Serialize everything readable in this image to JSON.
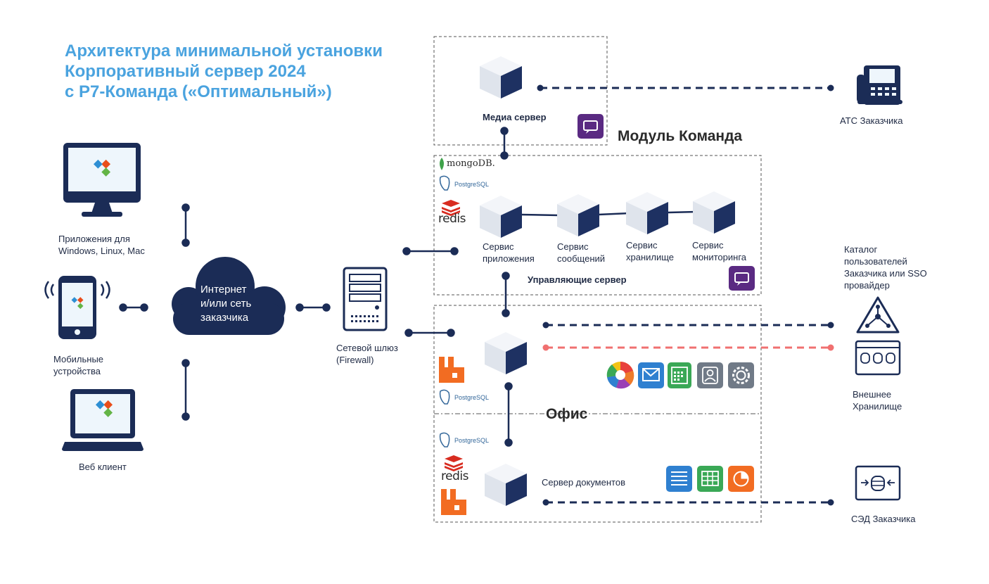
{
  "title": {
    "line1": "Архитектура минимальной установки",
    "line2": "Корпоративный сервер 2024",
    "line3": "с Р7-Команда («Оптимальный»)"
  },
  "clients": {
    "desktop": [
      "Приложения для",
      "Windows, Linux,  Mac"
    ],
    "mobile": [
      "Мобильные",
      "устройства"
    ],
    "web": "Веб клиент"
  },
  "cloud": [
    "Интернет",
    "и/или сеть",
    "заказчика"
  ],
  "gateway": [
    "Сетевой шлюз",
    "(Firewall)"
  ],
  "media_server": "Медиа сервер",
  "module_label": "Модуль Команда",
  "control_server": "Управляющие  сервер",
  "services": [
    [
      "Сервис",
      "приложения"
    ],
    [
      "Сервис",
      "сообщений"
    ],
    [
      "Сервис",
      "хранилище"
    ],
    [
      "Сервис",
      "мониторинга"
    ]
  ],
  "office_label": "Офис",
  "doc_server": "Сервер документов",
  "logos": {
    "mongo": "mongoDB.",
    "postgres": "PostgreSQL",
    "redis": "redis"
  },
  "external": {
    "ats": "АТС Заказчика",
    "catalog": [
      "Каталог",
      "пользователей",
      "Заказчика или SSO",
      "провайдер"
    ],
    "storage": [
      "Внешнее",
      "Хранилище"
    ],
    "sed": "СЭД Заказчика"
  },
  "colors": {
    "title": "#4aa3df",
    "navy": "#1b2c56",
    "dash_red": "#f07070",
    "purple": "#5a2a82",
    "cube_light": "#eef1f6",
    "cube_dark": "#1e3162",
    "orange": "#f26c22",
    "blue": "#2f80d0",
    "green": "#3aa856",
    "gray": "#707a87"
  },
  "icons": {
    "media": "video-chat-icon",
    "control": "video-chat-icon",
    "office_apps": [
      "color-wheel-icon",
      "mail-icon",
      "calendar-icon",
      "contacts-icon",
      "settings-icon"
    ],
    "doc_apps": [
      "document-icon",
      "spreadsheet-icon",
      "presentation-icon"
    ]
  }
}
